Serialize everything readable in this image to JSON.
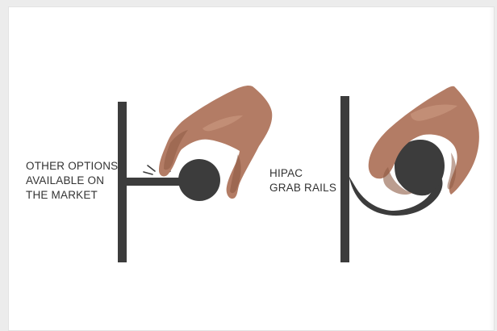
{
  "left_panel": {
    "caption_lines": [
      "OTHER OPTIONS",
      "AVAILABLE ON",
      "THE MARKET"
    ]
  },
  "right_panel": {
    "caption_lines": [
      "HIPAC",
      "GRAB RAILS"
    ]
  },
  "colors": {
    "rail": "#3c3c3c",
    "skin": "#b37c65",
    "skin_dark": "#8e5b45",
    "skin_light": "#c9957d",
    "background": "#ffffff"
  }
}
